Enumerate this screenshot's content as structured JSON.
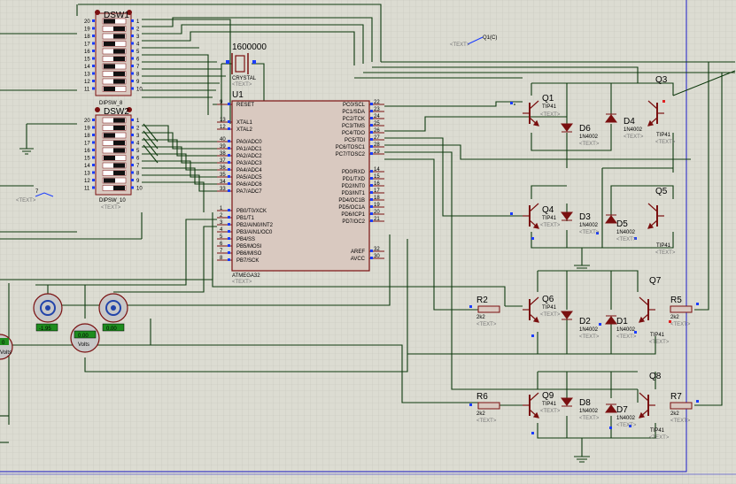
{
  "placeholder_text": "<TEXT>",
  "colors": {
    "background": "#dcdcd2",
    "grid": "#c5c5bb",
    "wire": "#0e3a0e",
    "component": "#7a1010",
    "chip_fill": "#d9c9c0",
    "pin_marker": "#1a3cff",
    "sheet_border": "#1c1cc8",
    "meter_green": "#1e8c1e"
  },
  "dipsw1": {
    "name": "DSW1",
    "part": "DIPSW_8",
    "left_pins": [
      "20",
      "19",
      "18",
      "17",
      "16",
      "15",
      "14",
      "13",
      "12",
      "11"
    ],
    "right_pins": [
      "1",
      "2",
      "3",
      "4",
      "5",
      "6",
      "7",
      "8",
      "9",
      "10"
    ]
  },
  "dipsw2": {
    "name": "DSW2",
    "part": "DIPSW_10",
    "left_pins": [
      "20",
      "19",
      "18",
      "17",
      "16",
      "15",
      "14",
      "13",
      "12",
      "11"
    ],
    "right_pins": [
      "1",
      "2",
      "3",
      "4",
      "5",
      "6",
      "7",
      "8",
      "9",
      "10"
    ]
  },
  "crystal": {
    "value": "1600000",
    "type": "CRYSTAL"
  },
  "mcu": {
    "ref": "U1",
    "part": "ATMEGA32",
    "left": [
      {
        "pin": "9",
        "name": "RESET"
      },
      {
        "pin": "13",
        "name": "XTAL1"
      },
      {
        "pin": "12",
        "name": "XTAL2"
      },
      {
        "pin": "40",
        "name": "PA0/ADC0"
      },
      {
        "pin": "39",
        "name": "PA1/ADC1"
      },
      {
        "pin": "38",
        "name": "PA2/ADC2"
      },
      {
        "pin": "37",
        "name": "PA3/ADC3"
      },
      {
        "pin": "36",
        "name": "PA4/ADC4"
      },
      {
        "pin": "35",
        "name": "PA5/ADC5"
      },
      {
        "pin": "34",
        "name": "PA6/ADC6"
      },
      {
        "pin": "33",
        "name": "PA7/ADC7"
      },
      {
        "pin": "1",
        "name": "PB0/T0/XCK"
      },
      {
        "pin": "2",
        "name": "PB1/T1"
      },
      {
        "pin": "3",
        "name": "PB2/AIN0/INT2"
      },
      {
        "pin": "4",
        "name": "PB3/AIN1/OC0"
      },
      {
        "pin": "5",
        "name": "PB4/SS"
      },
      {
        "pin": "6",
        "name": "PB5/MOSI"
      },
      {
        "pin": "7",
        "name": "PB6/MISO"
      },
      {
        "pin": "8",
        "name": "PB7/SCK"
      }
    ],
    "right": [
      {
        "pin": "22",
        "name": "PC0/SCL"
      },
      {
        "pin": "23",
        "name": "PC1/SDA"
      },
      {
        "pin": "24",
        "name": "PC2/TCK"
      },
      {
        "pin": "25",
        "name": "PC3/TMS"
      },
      {
        "pin": "26",
        "name": "PC4/TDO"
      },
      {
        "pin": "27",
        "name": "PC5/TDI"
      },
      {
        "pin": "28",
        "name": "PC6/TOSC1"
      },
      {
        "pin": "29",
        "name": "PC7/TOSC2"
      },
      {
        "pin": "14",
        "name": "PD0/RXD"
      },
      {
        "pin": "15",
        "name": "PD1/TXD"
      },
      {
        "pin": "16",
        "name": "PD2/INT0"
      },
      {
        "pin": "17",
        "name": "PD3/INT1"
      },
      {
        "pin": "18",
        "name": "PD4/OC1B"
      },
      {
        "pin": "19",
        "name": "PD5/OC1A"
      },
      {
        "pin": "20",
        "name": "PD6/ICP1"
      },
      {
        "pin": "21",
        "name": "PD7/OC2"
      },
      {
        "pin": "32",
        "name": "AREF"
      },
      {
        "pin": "30",
        "name": "AVCC"
      }
    ]
  },
  "transistors": [
    {
      "ref": "Q1",
      "part": "TIP41"
    },
    {
      "ref": "Q3",
      "part": "TIP41"
    },
    {
      "ref": "Q4",
      "part": "TIP41"
    },
    {
      "ref": "Q5",
      "part": "TIP41"
    },
    {
      "ref": "Q6",
      "part": "TIP41"
    },
    {
      "ref": "Q7",
      "part": "TIP41"
    },
    {
      "ref": "Q9",
      "part": "TIP41"
    },
    {
      "ref": "Q8",
      "part": "TIP41"
    }
  ],
  "diodes": [
    {
      "ref": "D6",
      "part": "1N4002"
    },
    {
      "ref": "D4",
      "part": "1N4002"
    },
    {
      "ref": "D3",
      "part": "1N4002"
    },
    {
      "ref": "D5",
      "part": "1N4002"
    },
    {
      "ref": "D2",
      "part": "1N4002"
    },
    {
      "ref": "D1",
      "part": "1N4002"
    },
    {
      "ref": "D8",
      "part": "1N4002"
    },
    {
      "ref": "D7",
      "part": "1N4002"
    }
  ],
  "resistors": [
    {
      "ref": "R2",
      "value": "2k2"
    },
    {
      "ref": "R5",
      "value": "2k2"
    },
    {
      "ref": "R6",
      "value": "2k2"
    },
    {
      "ref": "R7",
      "value": "2k2"
    }
  ],
  "probe_label": "Q1(C)",
  "voltmeter": {
    "reading": "0.00",
    "unit": "Volts"
  },
  "motor_readings": [
    "-1.95",
    "0.00"
  ],
  "left_meter": {
    "reading": "0",
    "unit": "Volts"
  },
  "ref_marker": "7"
}
